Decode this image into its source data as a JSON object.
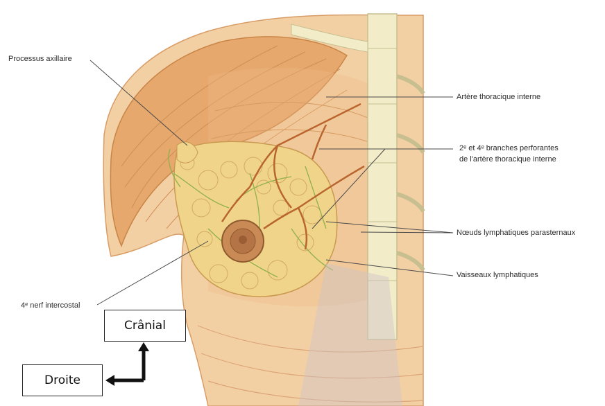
{
  "labels": {
    "processus_axillaire": "Processus axillaire",
    "artere_thoracique_interne": "Artère thoracique interne",
    "branches_line1": "2ᵉ et 4ᵉ branches perforantes",
    "branches_line2": "de l'artère thoracique interne",
    "noeuds_lymphatiques": "Nœuds lymphatiques parasternaux",
    "vaisseaux_lymphatiques": "Vaisseaux lymphatiques",
    "nerf_intercostal": "4ᵉ nerf intercostal"
  },
  "orientation": {
    "cranial": "Crânial",
    "droite": "Droite"
  },
  "colors": {
    "muscle": "#e6a86c",
    "skin": "#f3d0a4",
    "gland": "#f0d48a",
    "vessel": "#b8652f",
    "lymph": "#8fb04a",
    "bone": "#f2ecc8",
    "leader_line": "#4a4a4a"
  }
}
